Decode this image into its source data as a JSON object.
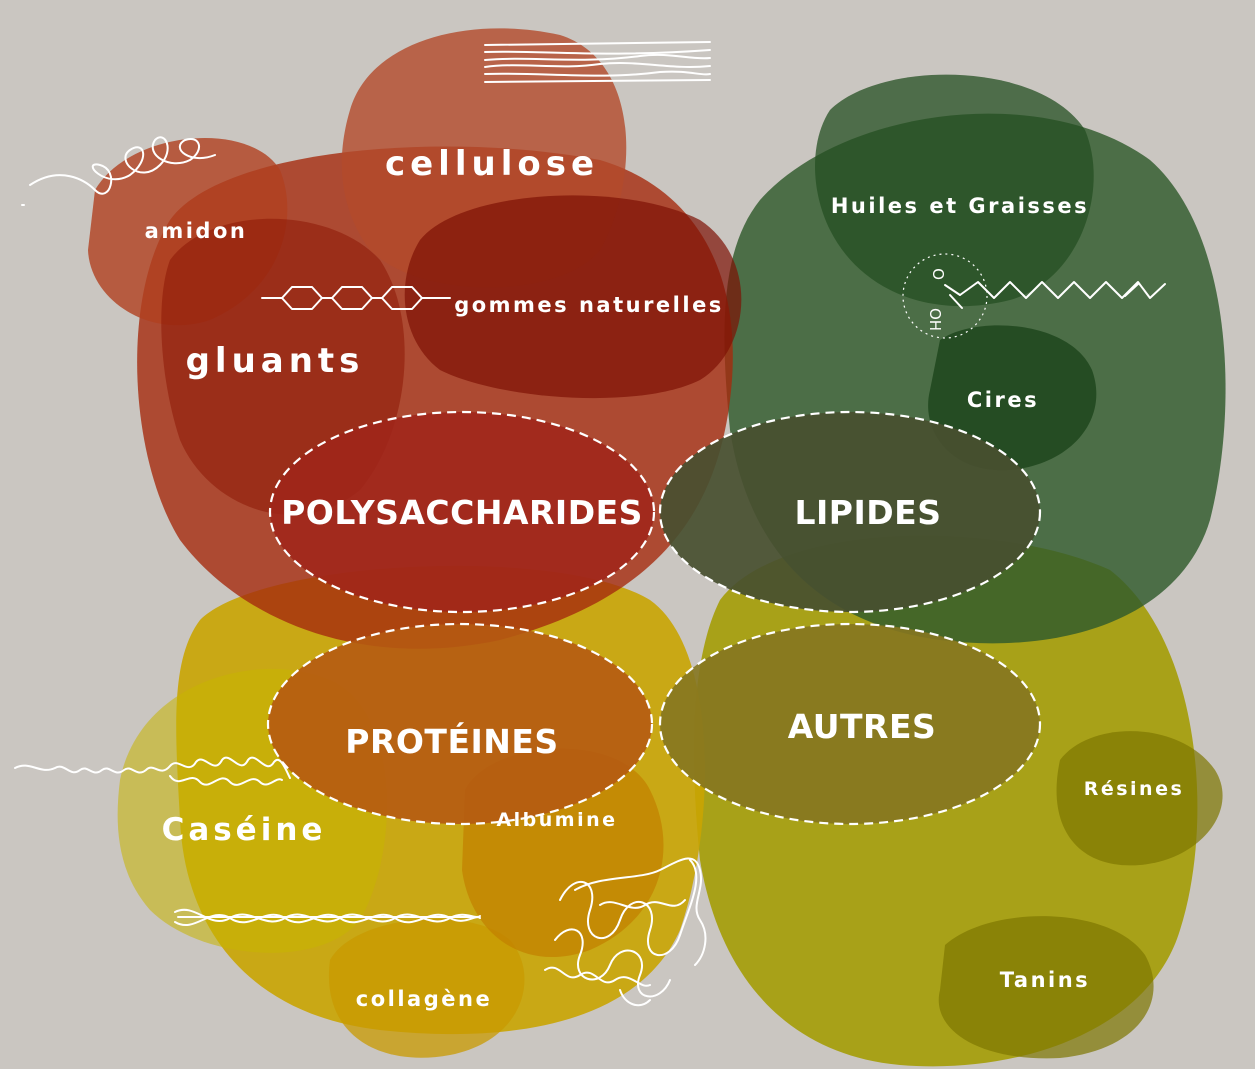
{
  "categories": {
    "polysaccharides": "POLYSACCHARIDES",
    "lipides": "LIPIDES",
    "proteines": "PROTÉINES",
    "autres": "AUTRES"
  },
  "polysaccharides_items": {
    "cellulose": "cellulose",
    "amidon": "amidon",
    "gommes": "gommes naturelles",
    "gluants": "gluants"
  },
  "lipides_items": {
    "huiles": "Huiles et Graisses",
    "cires": "Cires"
  },
  "proteines_items": {
    "caseine": "Caséine",
    "albumine": "Albumine",
    "collagene": "collagène"
  },
  "autres_items": {
    "resines": "Résines",
    "tanins": "Tanins"
  },
  "molecule_labels": {
    "oxygen": "O",
    "hydroxyl": "OH"
  },
  "colors": {
    "background": "#cac6c1",
    "polysaccharides": "#a52a10",
    "lipides": "#2f5a2c",
    "proteines": "#c8a200",
    "autres": "#a39c00",
    "text": "#ffffff"
  }
}
